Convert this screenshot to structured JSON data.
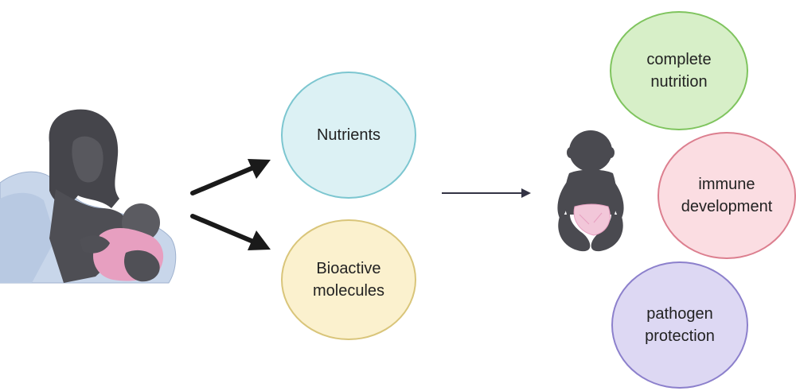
{
  "diagram": {
    "inputs": [
      {
        "label": "Nutrients",
        "fill": "#dcf1f4",
        "stroke": "#7cc6d0"
      },
      {
        "label": "Bioactive\nmolecules",
        "fill": "#fbf1ce",
        "stroke": "#d9c57a"
      }
    ],
    "outcomes": [
      {
        "label": "complete\nnutrition",
        "fill": "#d7efc8",
        "stroke": "#7fc45e"
      },
      {
        "label": "immune\ndevelopment",
        "fill": "#fbdde2",
        "stroke": "#dc7f8f"
      },
      {
        "label": "pathogen\nprotection",
        "fill": "#ddd8f3",
        "stroke": "#8c80cc"
      }
    ],
    "colors": {
      "silhouette": "#4a4a4f",
      "robe": "#c8d6ea",
      "pink": "#e79fc0",
      "arrow": "#1a1a1a",
      "thin_arrow": "#333344"
    },
    "icons": [
      "mother-breastfeeding-icon",
      "baby-icon"
    ]
  }
}
